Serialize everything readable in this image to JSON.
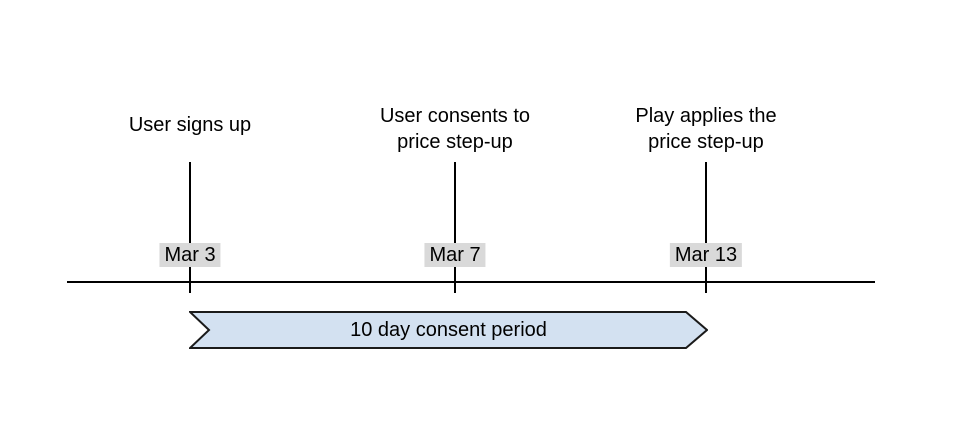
{
  "diagram": {
    "events": [
      {
        "title": "User signs up",
        "date": "Mar 3"
      },
      {
        "title": "User consents to\nprice step-up",
        "date": "Mar 7"
      },
      {
        "title": "Play applies the\nprice step-up",
        "date": "Mar 13"
      }
    ],
    "banner": {
      "label": "10 day consent period"
    },
    "colors": {
      "line": "#000000",
      "text": "#000000",
      "date_label_background": "#d9d9d9",
      "banner_fill": "#d3e1f1",
      "banner_border": "#1a1a1a"
    }
  }
}
